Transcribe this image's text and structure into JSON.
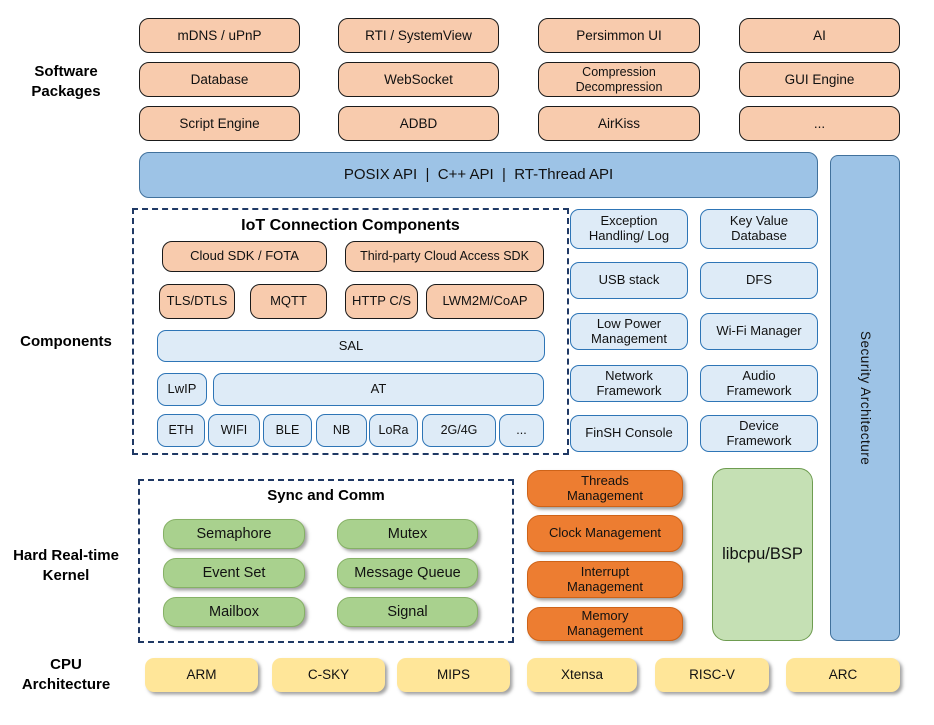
{
  "diagram_title": "RT-Thread style IoT OS architecture",
  "side_labels": {
    "software": "Software\nPackages",
    "components": "Components",
    "kernel": "Hard Real-time\nKernel",
    "cpu": "CPU\nArchitecture"
  },
  "software_packages": {
    "rows": [
      [
        "mDNS / uPnP",
        "RTI / SystemView",
        "Persimmon UI",
        "AI"
      ],
      [
        "Database",
        "WebSocket",
        "Compression\nDecompression",
        "GUI Engine"
      ],
      [
        "Script Engine",
        "ADBD",
        "AirKiss",
        "..."
      ]
    ]
  },
  "api_bar": {
    "label": "POSIX API  |  C++ API  |  RT-Thread API"
  },
  "iot": {
    "title": "IoT Connection Components",
    "cloud_sdk": "Cloud SDK / FOTA",
    "third_party": "Third-party Cloud Access SDK",
    "protocols": [
      "TLS/DTLS",
      "MQTT",
      "HTTP C/S",
      "LWM2M/CoAP"
    ],
    "sal": "SAL",
    "lwip": "LwIP",
    "at": "AT",
    "links": [
      "ETH",
      "WIFI",
      "BLE",
      "NB",
      "LoRa",
      "2G/4G",
      "..."
    ]
  },
  "component_grid": {
    "rows": [
      [
        "Exception\nHandling/ Log",
        "Key Value\nDatabase"
      ],
      [
        "USB stack",
        "DFS"
      ],
      [
        "Low Power\nManagement",
        "Wi-Fi Manager"
      ],
      [
        "Network\nFramework",
        "Audio\nFramework"
      ],
      [
        "FinSH Console",
        "Device\nFramework"
      ]
    ]
  },
  "security": {
    "label": "Security Architecture"
  },
  "kernel": {
    "sync_title": "Sync and Comm",
    "sync_rows": [
      [
        "Semaphore",
        "Mutex"
      ],
      [
        "Event Set",
        "Message Queue"
      ],
      [
        "Mailbox",
        "Signal"
      ]
    ],
    "management": [
      "Threads\nManagement",
      "Clock Management",
      "Interrupt\nManagement",
      "Memory\nManagement"
    ],
    "libcpu": "libcpu/BSP"
  },
  "cpu_row": [
    "ARM",
    "C-SKY",
    "MIPS",
    "Xtensa",
    "RISC-V",
    "ARC"
  ],
  "colors": {
    "package_fill": "#F8CBAD",
    "api_fill": "#9DC3E6",
    "api_border": "#41719C",
    "component_fill": "#DEEBF7",
    "component_border": "#2E75B6",
    "dashed_border": "#1F3864",
    "sync_fill": "#A9D18E",
    "management_fill": "#ED7D31",
    "libcpu_fill": "#C5E0B4",
    "cpu_fill": "#FFE699"
  }
}
